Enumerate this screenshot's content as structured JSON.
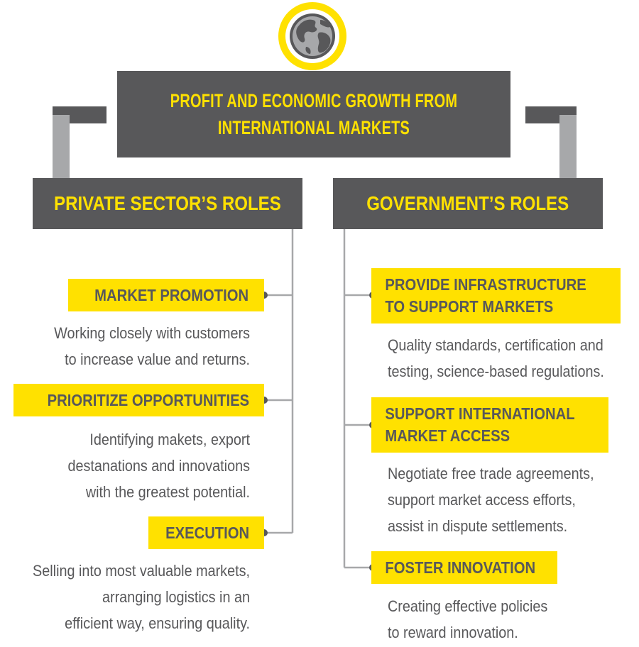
{
  "colors": {
    "dark": "#58585a",
    "yellow": "#ffe100",
    "connector": "#a7a8aa",
    "white": "#ffffff"
  },
  "icon": "globe-icon",
  "top": {
    "title_line1": "PROFIT AND ECONOMIC GROWTH FROM",
    "title_line2": "INTERNATIONAL MARKETS"
  },
  "private": {
    "heading": "PRIVATE SECTOR’S ROLES",
    "items": [
      {
        "label": [
          "MARKET PROMOTION"
        ],
        "desc": [
          "Working closely with customers",
          "to increase value and returns."
        ]
      },
      {
        "label": [
          "PRIORITIZE OPPORTUNITIES"
        ],
        "desc": [
          "Identifying makets, export",
          "destanations and innovations",
          "with the greatest potential."
        ]
      },
      {
        "label": [
          "EXECUTION"
        ],
        "desc": [
          "Selling into most valuable markets,",
          "arranging logistics in an",
          "efficient way, ensuring quality."
        ]
      }
    ]
  },
  "government": {
    "heading": "GOVERNMENT’S ROLES",
    "items": [
      {
        "label": [
          "PROVIDE INFRASTRUCTURE",
          "TO SUPPORT MARKETS"
        ],
        "desc": [
          "Quality standards, certification and",
          "testing, science-based regulations."
        ]
      },
      {
        "label": [
          "SUPPORT INTERNATIONAL",
          "MARKET ACCESS"
        ],
        "desc": [
          "Negotiate free trade agreements,",
          "support market access efforts,",
          "assist in dispute settlements."
        ]
      },
      {
        "label": [
          "FOSTER INNOVATION"
        ],
        "desc": [
          "Creating effective policies",
          "to reward innovation."
        ]
      }
    ]
  }
}
